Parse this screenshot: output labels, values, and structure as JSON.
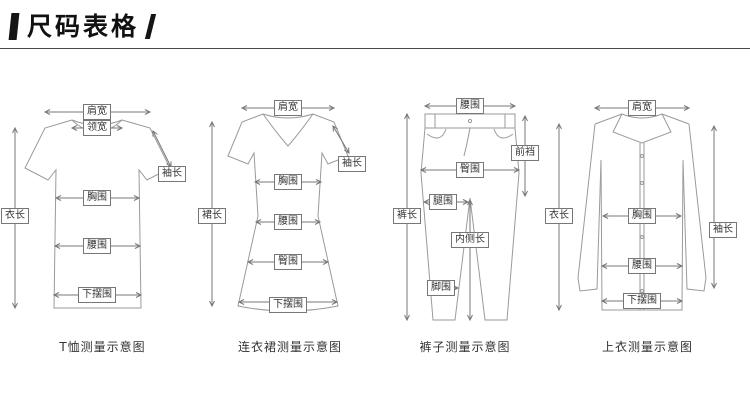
{
  "header": {
    "title": "尺码表格"
  },
  "colors": {
    "line": "#9a9a9a",
    "measure": "#777777",
    "text": "#333333"
  },
  "diagrams": [
    {
      "id": "tshirt",
      "caption": "T恤测量示意图",
      "labels": {
        "shoulder": "肩宽",
        "collar": "领宽",
        "sleeve": "袖长",
        "length": "衣长",
        "chest": "胸围",
        "waist": "腰围",
        "hem": "下摆围"
      }
    },
    {
      "id": "dress",
      "caption": "连衣裙测量示意图",
      "labels": {
        "shoulder": "肩宽",
        "sleeve": "袖长",
        "chest": "胸围",
        "skirt_length": "裙长",
        "waist": "腰围",
        "hip": "臀围",
        "hem": "下摆围"
      }
    },
    {
      "id": "pants",
      "caption": "裤子测量示意图",
      "labels": {
        "waist": "腰围",
        "front_rise": "前裆",
        "hip": "臀围",
        "pants_length": "裤长",
        "thigh": "腿围",
        "inseam": "内侧长",
        "leg_opening": "脚围"
      }
    },
    {
      "id": "top",
      "caption": "上衣测量示意图",
      "labels": {
        "shoulder": "肩宽",
        "length": "衣长",
        "chest": "胸围",
        "sleeve": "袖长",
        "waist": "腰围",
        "hem": "下摆围"
      }
    }
  ]
}
